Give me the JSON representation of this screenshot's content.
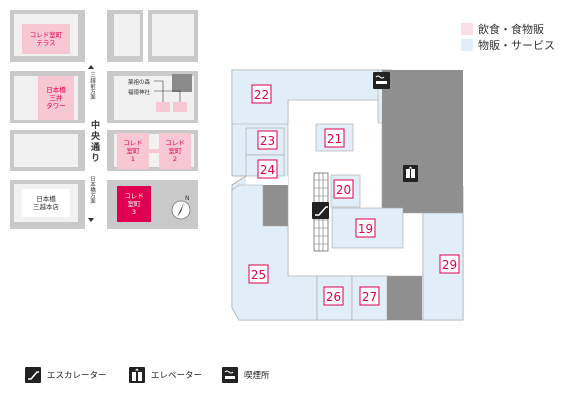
{
  "categories": [
    {
      "label": "飲食・食物販",
      "color": "#fadde6"
    },
    {
      "label": "物販・サービス",
      "color": "#e1edf7"
    }
  ],
  "keymap": {
    "buildings": {
      "terrace": "コレド室町\nテラス",
      "nihonbashi_mitsui": "日本橋\n三井\nタワー",
      "muromachi1": "コレド\n室町\n1",
      "muromachi2": "コレド\n室町\n2",
      "muromachi3": "コレド\n室町\n3",
      "mitsukoshi": "日本橋\n三越本店"
    },
    "shrine_labels": [
      "薬祖の森",
      "福徳神社"
    ],
    "main_road": "中央通り",
    "station_north": "三越前方面",
    "station_south": "日本橋方面",
    "compass": "N"
  },
  "shops": [
    {
      "number": "22"
    },
    {
      "number": "21"
    },
    {
      "number": "23"
    },
    {
      "number": "20"
    },
    {
      "number": "24"
    },
    {
      "number": "19"
    },
    {
      "number": "25"
    },
    {
      "number": "26"
    },
    {
      "number": "27"
    },
    {
      "number": "29"
    }
  ],
  "facilities": [
    {
      "label": "エスカレーター",
      "icon": "escalator-icon"
    },
    {
      "label": "エレベーター",
      "icon": "elevator-icon"
    },
    {
      "label": "喫煙所",
      "icon": "smoking-icon"
    }
  ]
}
